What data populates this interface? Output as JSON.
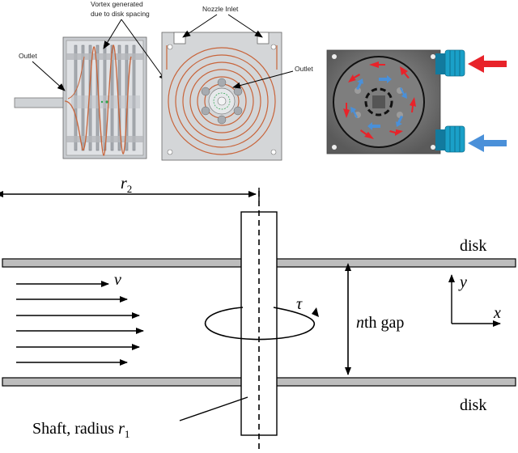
{
  "top_left_labels": {
    "outlet_left": "Outlet",
    "vortex_line1": "Vortex generated",
    "vortex_line2": "due to disk spacing",
    "nozzle_inlet": "Nozzle Inlet",
    "outlet_right": "Outlet"
  },
  "schematic": {
    "r2_label": "r",
    "r2_sub": "2",
    "disk_top": "disk",
    "disk_bottom": "disk",
    "v_label": "v",
    "tau_label": "τ",
    "gap_n": "n",
    "gap_rest": "th gap",
    "y_axis": "y",
    "x_axis": "x",
    "shaft_label": "Shaft, radius ",
    "shaft_r": "r",
    "shaft_sub": "1"
  },
  "colors": {
    "copper": "#c8643a",
    "hot_arrow": "#e8232a",
    "cold_arrow": "#4a90d9",
    "disk_fill": "#bdbdbd",
    "housing": "#d4d6d8",
    "fitting": "#1aa0c8"
  }
}
